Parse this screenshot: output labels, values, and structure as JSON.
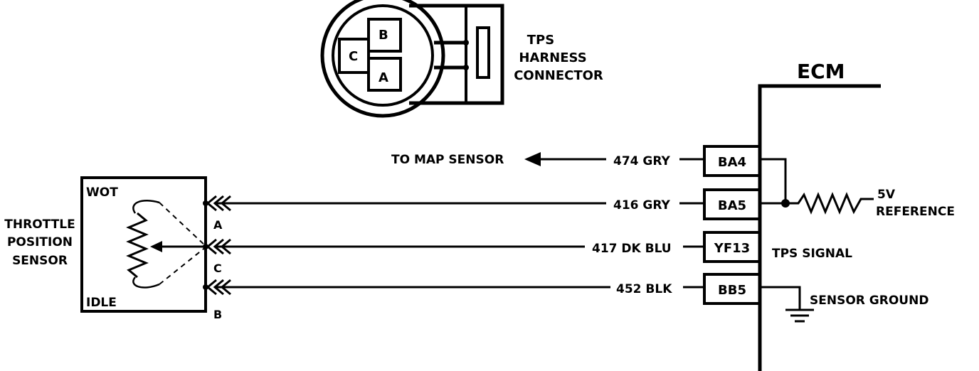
{
  "connector": {
    "title_lines": [
      "TPS",
      "HARNESS",
      "CONNECTOR"
    ],
    "cavities": {
      "b": "B",
      "c": "C",
      "a": "A"
    }
  },
  "ecm": {
    "title": "ECM"
  },
  "sensor": {
    "name_lines": [
      "THROTTLE",
      "POSITION",
      "SENSOR"
    ],
    "wot": "WOT",
    "idle": "IDLE",
    "pin_a": "A",
    "pin_c": "C",
    "pin_b": "B"
  },
  "wires": {
    "map_sensor": "TO MAP SENSOR",
    "w474": "474 GRY",
    "w416": "416 GRY",
    "w417": "417 DK BLU",
    "w452": "452 BLK"
  },
  "ecm_pins": {
    "ba4": "BA4",
    "ba5": "BA5",
    "yf13": "YF13",
    "bb5": "BB5"
  },
  "circuits": {
    "ref_5v": "5V",
    "reference": "REFERENCE",
    "tps_signal": "TPS  SIGNAL",
    "sensor_ground": "SENSOR   GROUND"
  }
}
